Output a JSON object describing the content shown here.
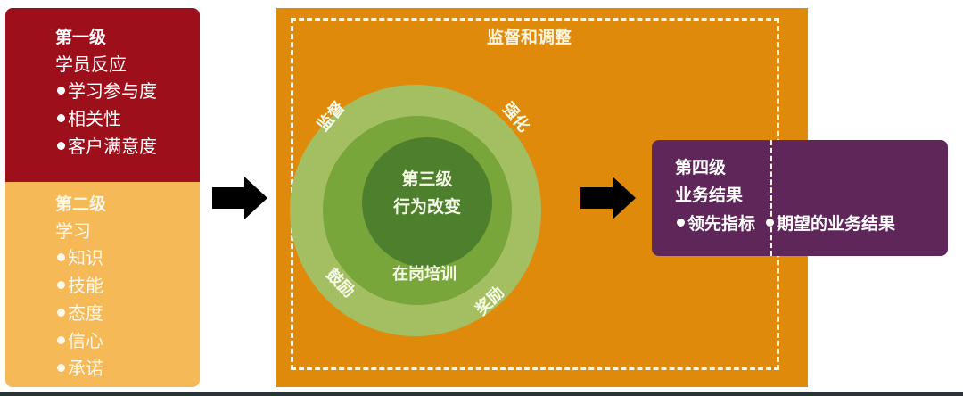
{
  "level1": {
    "title": "第一级",
    "subtitle": "学员反应",
    "bullets": [
      "学习参与度",
      "相关性",
      "客户满意度"
    ],
    "color": "#9d0f1a"
  },
  "level2": {
    "title": "第二级",
    "subtitle": "学习",
    "bullets": [
      "知识",
      "技能",
      "态度",
      "信心",
      "承诺"
    ],
    "color": "#f5b957"
  },
  "monitor": {
    "title": "监督和调整",
    "color": "#e08a0c"
  },
  "level3": {
    "title": "第三级",
    "subtitle": "行为改变",
    "inner_ring_label": "在岗培训",
    "outer_ring_labels": {
      "top_left": "监督",
      "top_right": "强化",
      "bottom_left": "鼓励",
      "bottom_right": "奖励"
    },
    "colors": {
      "outer": "#a4bf62",
      "middle": "#78a63b",
      "inner": "#4e7f2d"
    }
  },
  "level4": {
    "title": "第四级",
    "subtitle": "业务结果",
    "bullets": [
      "领先指标",
      "期望的业务结果"
    ],
    "color": "#5e2659"
  },
  "arrows": {
    "icon": "right-arrow-icon",
    "color": "#000000"
  }
}
